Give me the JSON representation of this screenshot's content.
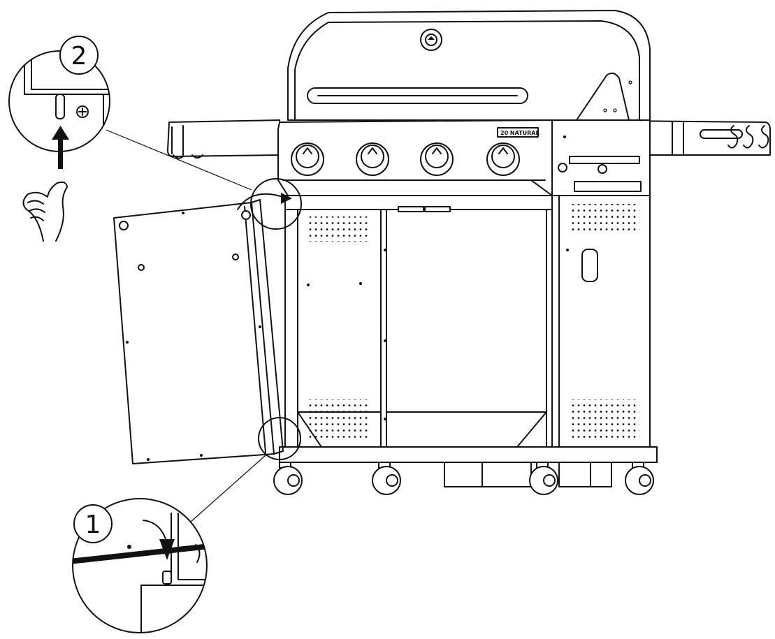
{
  "diagram": {
    "brand_label": "20 NATURAL",
    "callouts": [
      {
        "step": "2",
        "action": "push-up"
      },
      {
        "step": "1",
        "action": "push-down"
      }
    ]
  }
}
